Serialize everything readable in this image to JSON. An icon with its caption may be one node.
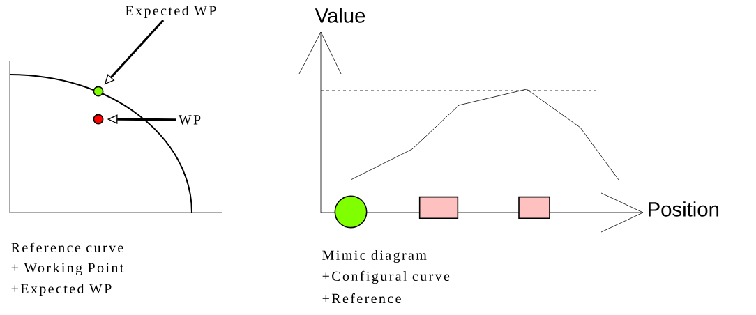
{
  "diagram": {
    "nodes": [
      {
        "text": [
          "Expected WP"
        ]
      },
      {
        "text": [],
        "shape": "circle"
      },
      {
        "text": [
          "WP"
        ]
      },
      {
        "text": [],
        "shape": "circle"
      },
      {
        "text": [],
        "shape": "circle"
      },
      {
        "text": [],
        "shape": "box"
      },
      {
        "text": [],
        "shape": "box"
      }
    ],
    "edges": [
      {
        "from": 0,
        "to": 1,
        "arrow": "to"
      },
      {
        "from": 2,
        "to": 3,
        "arrow": "to"
      }
    ],
    "labels": [
      "Value",
      "Position",
      "Reference curve",
      "+ Working Point",
      "+Expected WP",
      "Mimic diagram",
      "+Configural curve",
      "+Reference"
    ]
  }
}
